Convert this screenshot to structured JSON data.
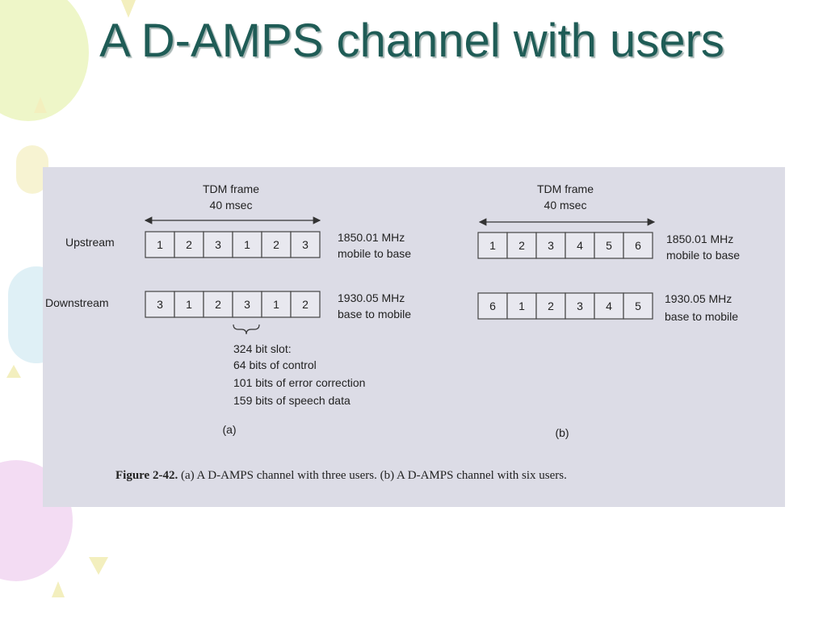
{
  "slide": {
    "title": "A D-AMPS channel  with users"
  },
  "figure": {
    "panel_a": {
      "frame_label": "TDM frame",
      "frame_duration": "40 msec",
      "upstream_label": "Upstream",
      "downstream_label": "Downstream",
      "upstream_slots": [
        "1",
        "2",
        "3",
        "1",
        "2",
        "3"
      ],
      "downstream_slots": [
        "3",
        "1",
        "2",
        "3",
        "1",
        "2"
      ],
      "upstream_freq": "1850.01 MHz",
      "upstream_dir": "mobile to base",
      "downstream_freq": "1930.05 MHz",
      "downstream_dir": "base to mobile",
      "slot_details": [
        "324 bit slot:",
        "64 bits of control",
        "101 bits of error correction",
        "159 bits of speech data"
      ],
      "panel_label": "(a)"
    },
    "panel_b": {
      "frame_label": "TDM frame",
      "frame_duration": "40 msec",
      "upstream_slots": [
        "1",
        "2",
        "3",
        "4",
        "5",
        "6"
      ],
      "downstream_slots": [
        "6",
        "1",
        "2",
        "3",
        "4",
        "5"
      ],
      "upstream_freq": "1850.01 MHz",
      "upstream_dir": "mobile to base",
      "downstream_freq": "1930.05 MHz",
      "downstream_dir": "base to mobile",
      "panel_label": "(b)"
    },
    "caption_number": "Figure 2-42.",
    "caption_text": "(a) A D-AMPS channel with three users.  (b) A D-AMPS channel with six users."
  }
}
